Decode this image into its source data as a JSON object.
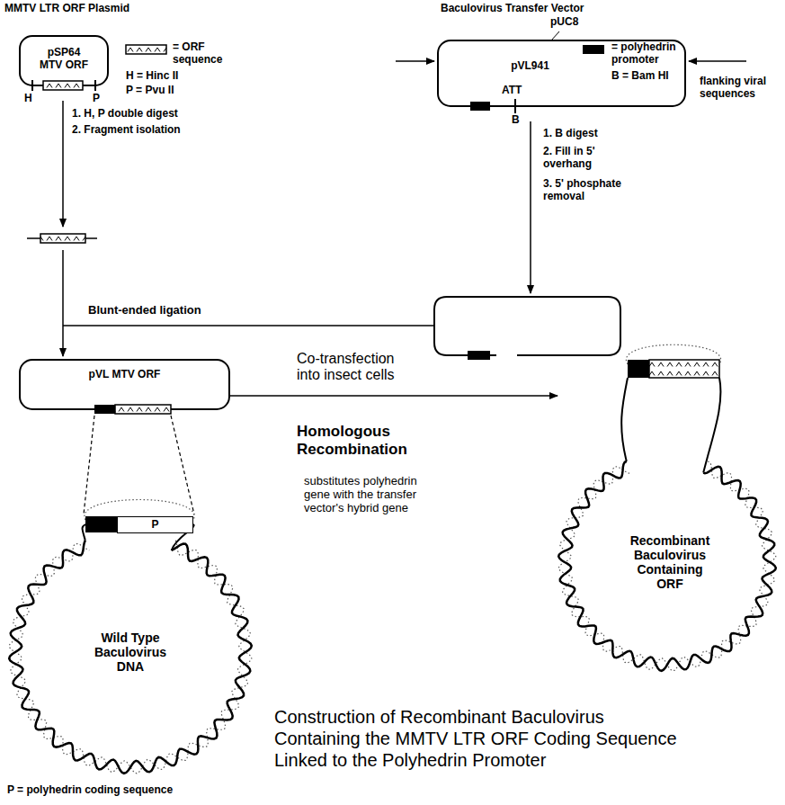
{
  "diagram": {
    "caption": "Construction of Recombinant Baculovirus Containing the MMTV LTR ORF Coding Sequence Linked to the Polyhedrin Promoter",
    "nodes": [
      {
        "text": [
          "pSP64 MTV ORF"
        ]
      },
      {
        "text": [
          "pVL941"
        ]
      },
      {
        "text": [
          "pVL MTV ORF"
        ]
      },
      {
        "text": [
          "P"
        ]
      },
      {
        "text": [
          "Wild Type Baculovirus DNA"
        ]
      },
      {
        "text": [
          "Recombinant Baculovirus Containing ORF"
        ]
      }
    ],
    "edges": [
      {
        "from": 2,
        "to": 5,
        "arrow": "to",
        "label": "Co-transfection into insect cells"
      }
    ],
    "labels": [
      "MMTV LTR ORF Plasmid",
      "H = Hinc II",
      "P = Pvu II",
      "H",
      "P",
      "1. H, P double digest",
      "2. Fragment isolation",
      "Blunt-ended ligation",
      "Baculovirus Transfer Vector",
      "pUC8",
      "B = Bam HI",
      "ATT",
      "B",
      "flanking viral sequences",
      "1. B digest",
      "2. Fill in 5' overhang",
      "3. 5' phosphate removal",
      "Homologous Recombination",
      "substitutes polyhedrin gene with the transfer vector's hybrid gene",
      "P = polyhedrin coding sequence"
    ],
    "legend": [
      {
        "text": "= ORF sequence"
      },
      {
        "text": "= polyhedrin promoter",
        "color": "#000000"
      }
    ]
  }
}
